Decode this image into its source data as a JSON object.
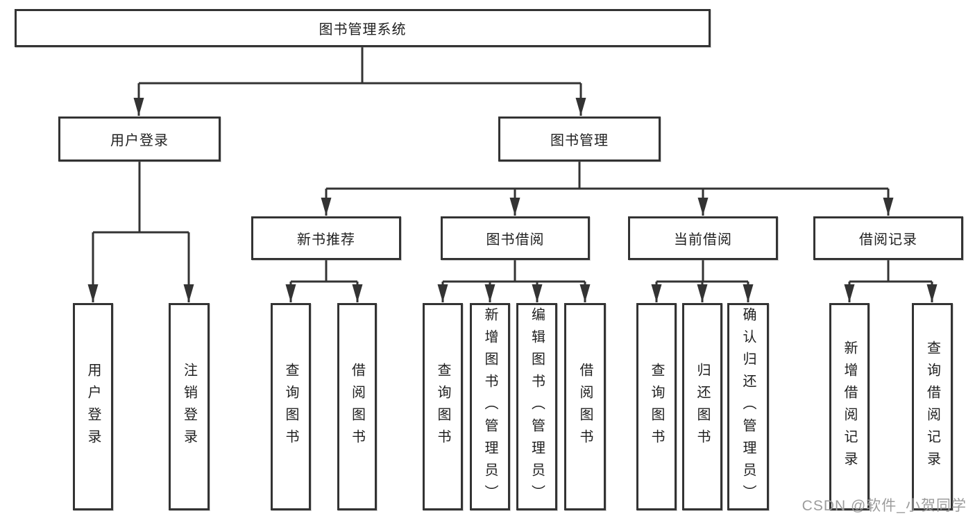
{
  "diagram": {
    "type": "hierarchy-tree",
    "root": {
      "label": "图书管理系统"
    },
    "level2": [
      {
        "label": "用户登录",
        "children": [
          "用户登录",
          "注销登录"
        ]
      },
      {
        "label": "图书管理",
        "children": [
          "新书推荐",
          "图书借阅",
          "当前借阅",
          "借阅记录"
        ]
      }
    ],
    "level3": [
      {
        "label": "新书推荐",
        "children": [
          "查询图书",
          "借阅图书"
        ]
      },
      {
        "label": "图书借阅",
        "children": [
          "查询图书",
          "新增图书（管理员）",
          "编辑图书（管理员）",
          "借阅图书"
        ]
      },
      {
        "label": "当前借阅",
        "children": [
          "查询图书",
          "归还图书",
          "确认归还（管理员）"
        ]
      },
      {
        "label": "借阅记录",
        "children": [
          "新增借阅记录",
          "查询借阅记录"
        ]
      }
    ]
  },
  "watermark": "CSDN @软件_小贺同学",
  "colors": {
    "line": "#333333",
    "box_border": "#333333",
    "box_fill": "#ffffff",
    "text": "#1f1f1f",
    "watermark": "#9c9c9c",
    "background": "#ffffff"
  }
}
